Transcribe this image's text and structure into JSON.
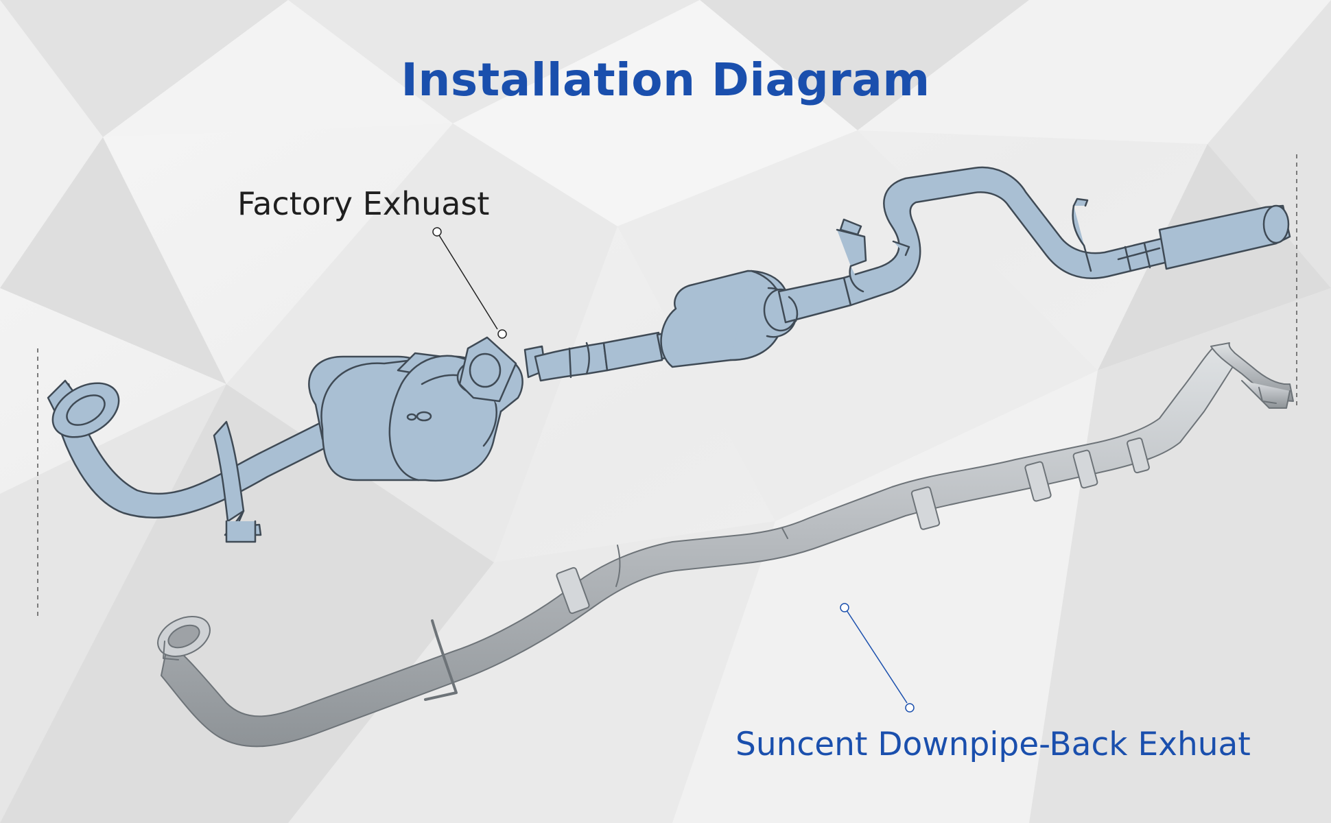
{
  "title": "Installation Diagram",
  "labels": {
    "factory": "Factory Exhuast",
    "suncent": "Suncent Downpipe-Back Exhuat"
  },
  "colors": {
    "title": "#1a4fad",
    "factory_label": "#1f1f1f",
    "suncent_label": "#1a4fad",
    "factory_part_fill": "#a9bfd3",
    "factory_part_outline": "#3f4a55",
    "suncent_part_fill": "#b8bcc0",
    "suncent_part_outline": "#6d7378",
    "background": "#ededed"
  }
}
